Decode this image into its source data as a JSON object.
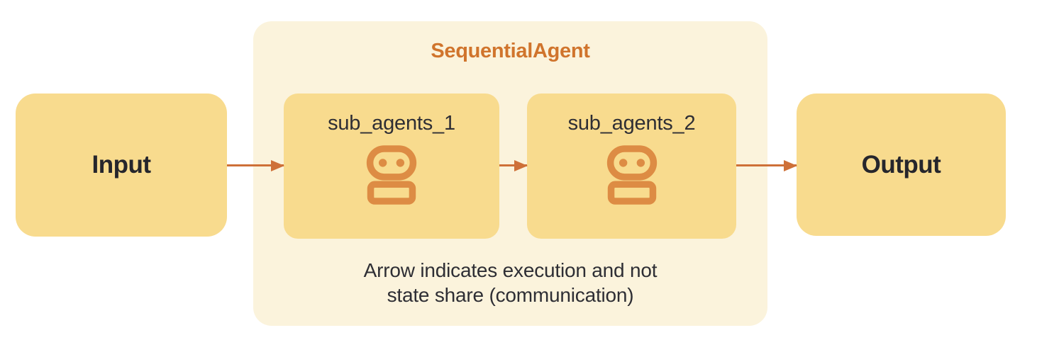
{
  "diagram": {
    "title": "SequentialAgent",
    "input_label": "Input",
    "output_label": "Output",
    "agents": [
      {
        "label": "sub_agents_1",
        "icon": "robot-icon"
      },
      {
        "label": "sub_agents_2",
        "icon": "robot-icon"
      }
    ],
    "caption_line1": "Arrow indicates execution and not",
    "caption_line2": "state share (communication)",
    "flow": [
      "Input",
      "sub_agents_1",
      "sub_agents_2",
      "Output"
    ]
  },
  "colors": {
    "box-fill": "#F8DB8E",
    "group-fill": "#FBF3DC",
    "arrow-orange": "#CE7038",
    "icon-orange": "#DD8C44",
    "title-orange": "#D0742C",
    "text-dark": "#26262C",
    "label-dark": "#2E2E34"
  }
}
